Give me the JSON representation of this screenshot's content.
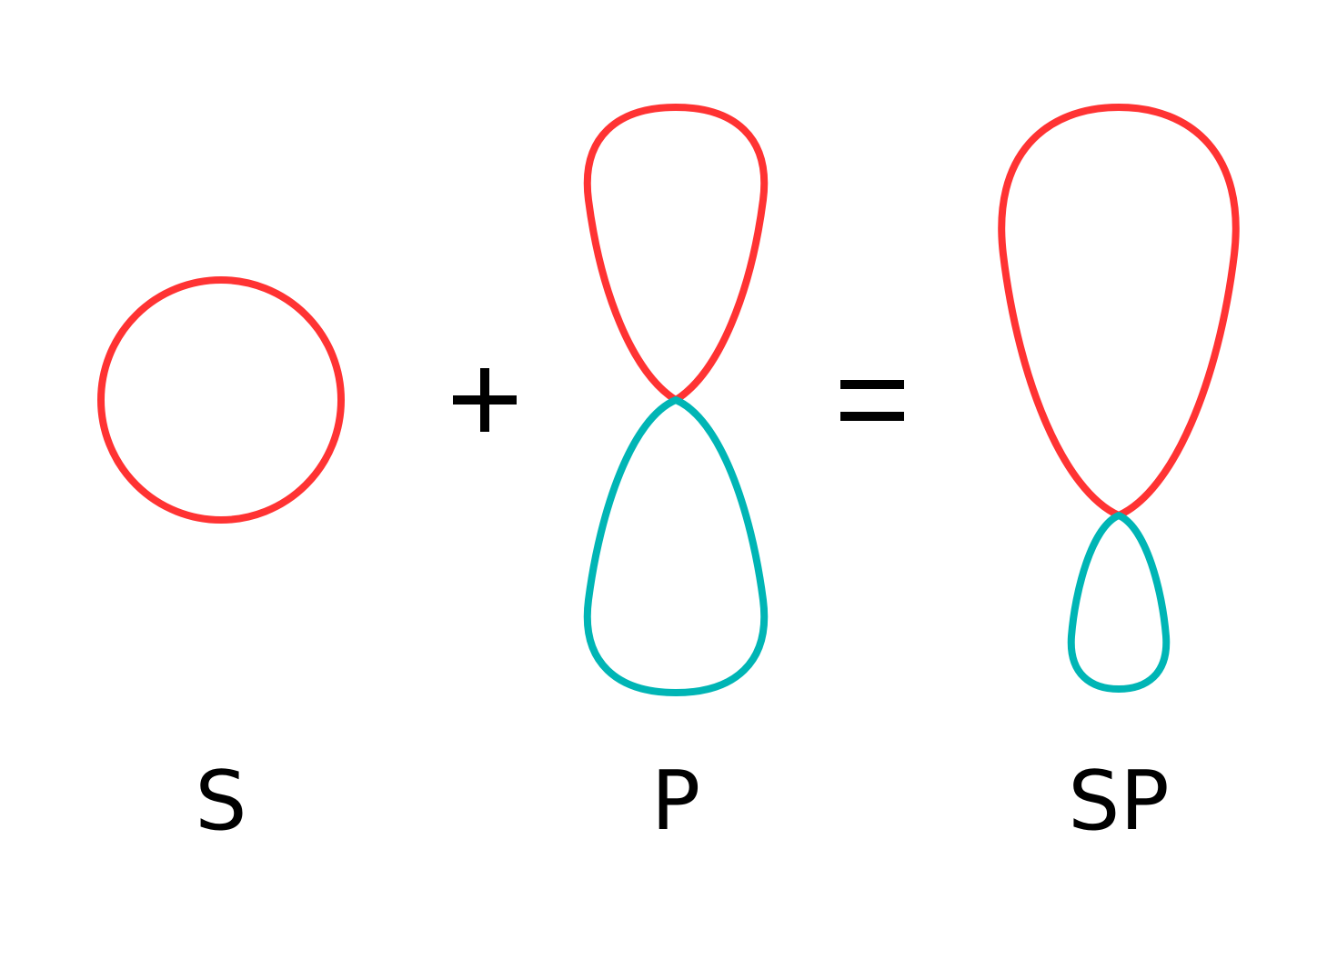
{
  "labels": {
    "s": "S",
    "p": "P",
    "sp": "SP"
  },
  "colors": {
    "positive_lobe": "#ff3333",
    "negative_lobe": "#00b5b5",
    "operator": "#000000"
  },
  "operators": {
    "plus": "plus-sign",
    "equals": "equals-sign"
  }
}
